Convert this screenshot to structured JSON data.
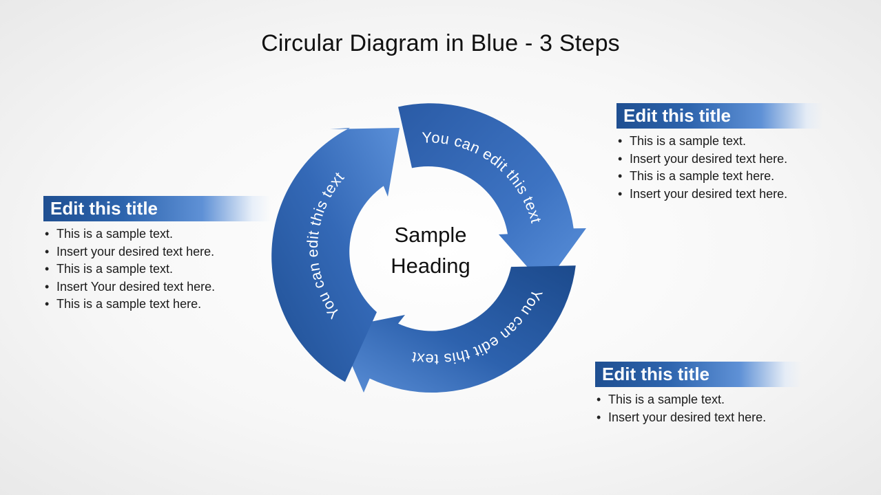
{
  "slide": {
    "title": "Circular Diagram in Blue - 3 Steps"
  },
  "diagram": {
    "center_heading": [
      "Sample",
      "Heading"
    ],
    "arrow_labels": [
      "You can edit this text",
      "You can edit this text",
      "You can edit this text"
    ],
    "colors": {
      "dark_blue": "#1f4f91",
      "mid_blue": "#3a6fbd",
      "light_blue": "#5a8fd8"
    }
  },
  "callouts": {
    "left": {
      "title": "Edit this title",
      "bullets": [
        "This is a sample text.",
        "Insert your desired  text here.",
        "This is a sample text.",
        "Insert Your desired text here.",
        "This is a sample text here."
      ]
    },
    "top_right": {
      "title": "Edit this title",
      "bullets": [
        "This is a sample text.",
        "Insert your desired  text here.",
        "This is a sample text here.",
        "Insert your desired  text here."
      ]
    },
    "bottom_right": {
      "title": "Edit this title",
      "bullets": [
        "This is a sample text.",
        "Insert your desired  text here."
      ]
    }
  }
}
